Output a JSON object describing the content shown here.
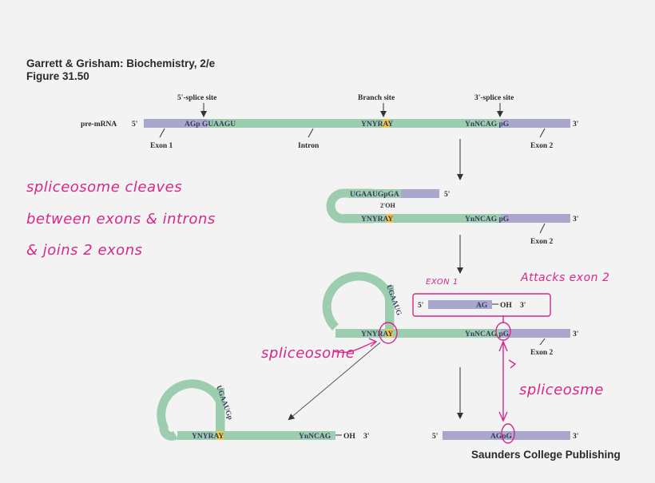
{
  "header": {
    "title": "Garrett & Grisham: Biochemistry, 2/e",
    "figure": "Figure 31.50"
  },
  "publisher": "Saunders College Publishing",
  "labels": {
    "five_splice_site": "5'-splice site",
    "branch_site": "Branch site",
    "three_splice_site": "3'-splice site",
    "pre_mrna": "pre-mRNA",
    "five_prime": "5'",
    "three_prime": "3'",
    "exon1": "Exon 1",
    "intron": "Intron",
    "exon2": "Exon 2",
    "two_oh": "2'OH",
    "oh": "OH"
  },
  "sequences": {
    "ag_p_guaagu": "AGp GUAAGU",
    "ynyray": "YNYRAY",
    "yn_ncag_pg": "YnNCAG pG",
    "ugaaug_pga": "UGAAUGpGA",
    "ugaaug": "UGAAUG",
    "ugaaugp": "UGAAUGp",
    "ag_oh": "AG",
    "yn_ncag": "YnNCAG",
    "ag_p_g": "AGpG"
  },
  "handwriting": {
    "note_line1": "spliceosome cleaves",
    "note_line2": "between exons & introns",
    "note_line3": "& joins  2 exons",
    "exon1_note": "EXON 1",
    "attacks_note": "Attacks exon 2",
    "spliceosome_left": "spliceosome",
    "spliceosome_right": "spliceosme"
  },
  "colors": {
    "exon": "#a9a8cc",
    "intron": "#9ccdaf",
    "branch_a": "#f0c84a",
    "annotation": "#d6288a",
    "text": "#2a2a2a"
  }
}
